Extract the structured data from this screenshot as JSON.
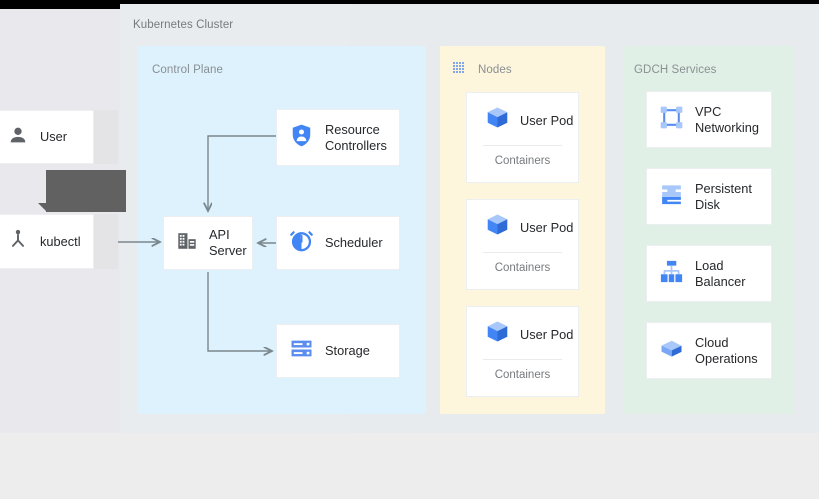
{
  "diagram": {
    "title": "Kubernetes Cluster",
    "colors": {
      "control_plane_bg": "#ddf2fd",
      "nodes_bg": "#fdf5dc",
      "gdch_bg": "#e0f0e6",
      "page_bg": "#e8ebed",
      "accent_blue": "#4285f4",
      "icon_dark": "#5f6368",
      "connector": "#7b878d",
      "tooltip_bg": "#616161"
    }
  },
  "actors": [
    {
      "label": "User",
      "icon": "user-icon"
    },
    {
      "label": "kubectl",
      "icon": "kubectl-icon"
    }
  ],
  "control_plane": {
    "title": "Control Plane",
    "nodes": [
      {
        "label": "Resource\nControllers",
        "icon": "shield-person-icon"
      },
      {
        "label": "API\nServer",
        "icon": "api-server-icon"
      },
      {
        "label": "Scheduler",
        "icon": "clock-scheduler-icon"
      },
      {
        "label": "Storage",
        "icon": "storage-icon"
      }
    ]
  },
  "nodes_group": {
    "title": "Nodes",
    "icon": "nodes-grid-icon",
    "pods": [
      {
        "label": "User Pod",
        "icon": "pod-cube-icon",
        "footer": "Containers"
      },
      {
        "label": "User Pod",
        "icon": "pod-cube-icon",
        "footer": "Containers"
      },
      {
        "label": "User Pod",
        "icon": "pod-cube-icon",
        "footer": "Containers"
      }
    ]
  },
  "gdch_group": {
    "title": "GDCH Services",
    "services": [
      {
        "label": "VPC\nNetworking",
        "icon": "vpc-networking-icon"
      },
      {
        "label": "Persistent\nDisk",
        "icon": "persistent-disk-icon"
      },
      {
        "label": "Load\nBalancer",
        "icon": "load-balancer-icon"
      },
      {
        "label": "Cloud\nOperations",
        "icon": "cloud-operations-icon"
      }
    ]
  },
  "connectors": [
    {
      "from": "kubectl",
      "to": "api-server",
      "style": "arrow"
    },
    {
      "from": "resource-controllers",
      "to": "api-server",
      "style": "arrow"
    },
    {
      "from": "scheduler",
      "to": "api-server",
      "style": "arrow"
    },
    {
      "from": "api-server",
      "to": "storage",
      "style": "arrow"
    }
  ],
  "overlay": {
    "tooltip_text": ""
  }
}
